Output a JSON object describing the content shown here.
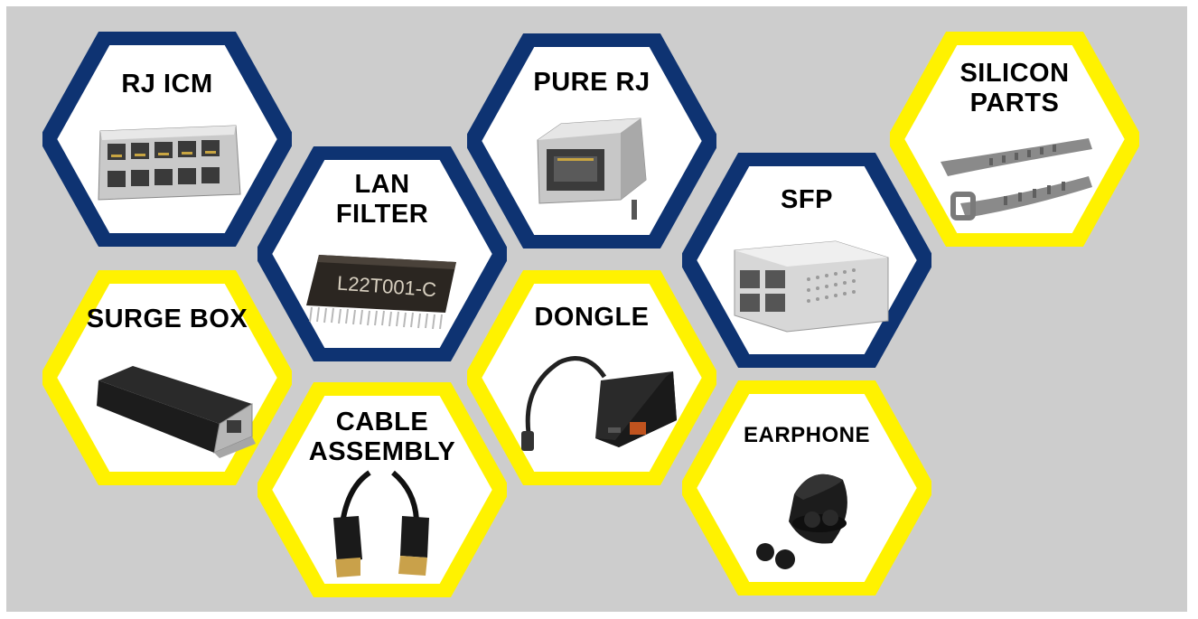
{
  "colors": {
    "background": "#cdcdcd",
    "navy": "#0e3372",
    "yellow": "#fff200",
    "tile_fill": "#ffffff"
  },
  "tiles": [
    {
      "label_lines": [
        "RJ ICM"
      ],
      "border": "navy",
      "icon": "rj45-stacked-jack-icon"
    },
    {
      "label_lines": [
        "LAN",
        "FILTER"
      ],
      "border": "navy",
      "icon": "lan-filter-chip-icon"
    },
    {
      "label_lines": [
        "PURE RJ"
      ],
      "border": "navy",
      "icon": "rj45-single-jack-icon"
    },
    {
      "label_lines": [
        "SFP"
      ],
      "border": "navy",
      "icon": "sfp-cage-icon"
    },
    {
      "label_lines": [
        "SILICON",
        "PARTS"
      ],
      "border": "yellow",
      "icon": "silicone-strap-icon"
    },
    {
      "label_lines": [
        "SURGE BOX"
      ],
      "border": "yellow",
      "icon": "surge-box-icon"
    },
    {
      "label_lines": [
        "CABLE",
        "ASSEMBLY"
      ],
      "border": "yellow",
      "icon": "displayport-cable-icon"
    },
    {
      "label_lines": [
        "DONGLE"
      ],
      "border": "yellow",
      "icon": "usb-c-dongle-icon"
    },
    {
      "label_lines": [
        "EARPHONE"
      ],
      "border": "yellow",
      "icon": "earbuds-icon"
    }
  ],
  "chip_marking": "L22T001-C"
}
